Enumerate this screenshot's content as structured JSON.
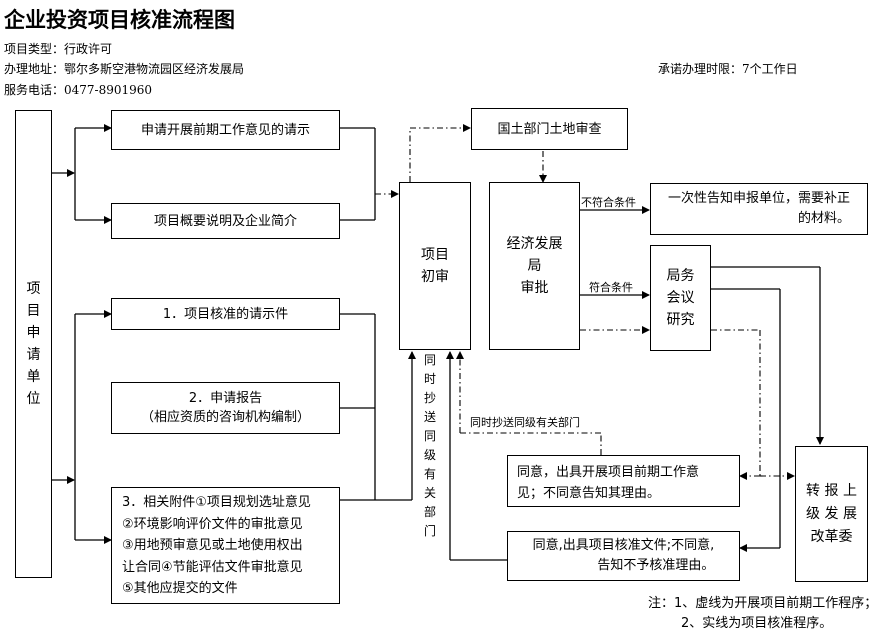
{
  "title": "企业投资项目核准流程图",
  "meta": {
    "type": "项目类型：行政许可",
    "address": "办理地址：鄂尔多斯空港物流园区经济发展局",
    "phone": "服务电话：0477-8901960",
    "deadline": "承诺办理时限：7个工作日"
  },
  "nodes": {
    "applicant_unit": "项\n目\n申\n请\n单\n位",
    "request_prelim": "申请开展前期工作意见的请示",
    "project_summary": "项目概要说明及企业简介",
    "approval_request": "1．项目核准的请示件",
    "application_report": "2．申请报告\n（相应资质的咨询机构编制）",
    "attachments": "3．相关附件①项目规划选址意见\n②环境影响评价文件的审批意见\n③用地预审意见或土地使用权出\n让合同④节能评估文件审批意见\n⑤其他应提交的文件",
    "preliminary_review": "项目\n初审",
    "land_review": "国土部门土地审查",
    "econ_approval": "经济发展\n局\n审批",
    "notify_supplement": "一次性告知申报单位，需要补正\n的材料。",
    "bureau_meeting": "局务\n会议\n研究",
    "report_ndrc": "转 报 上\n级 发 展\n改革委",
    "agree_prelim": "同意，出具开展项目前期工作意\n见；不同意告知其理由。",
    "agree_approval": "同意,出具项目核准文件;不同意,\n告知不予核准理由。"
  },
  "labels": {
    "not_meet": "不符合条件",
    "meet": "符合条件",
    "copy_dept_h": "同时抄送同级有关部门",
    "copy_dept_v": "同\n时\n抄\n送\n同\n级\n有\n关\n部\n门"
  },
  "notes": {
    "line1": "注：1、虚线为开展项目前期工作程序；",
    "line2": "2、实线为项目核准程序。"
  }
}
